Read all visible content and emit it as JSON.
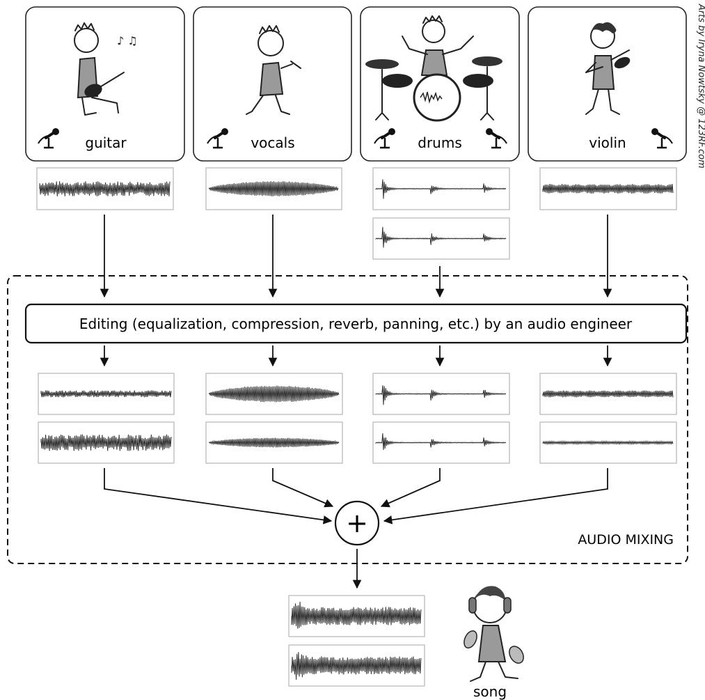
{
  "credit": "Arts by Iryna Nowtsky @ 123RF.com",
  "instruments": [
    {
      "label": "guitar"
    },
    {
      "label": "vocals"
    },
    {
      "label": "drums"
    },
    {
      "label": "violin"
    }
  ],
  "editing_label": "Editing (equalization, compression, reverb, panning, etc.) by an audio engineer",
  "mix_symbol": "+",
  "mixing_label": "AUDIO MIXING",
  "output_label": "song",
  "colors": {
    "line": "#111111",
    "wave": "#2b2b2b",
    "wave_box_border": "#b5b5b5",
    "figure_fill": "#9a9a9a"
  }
}
